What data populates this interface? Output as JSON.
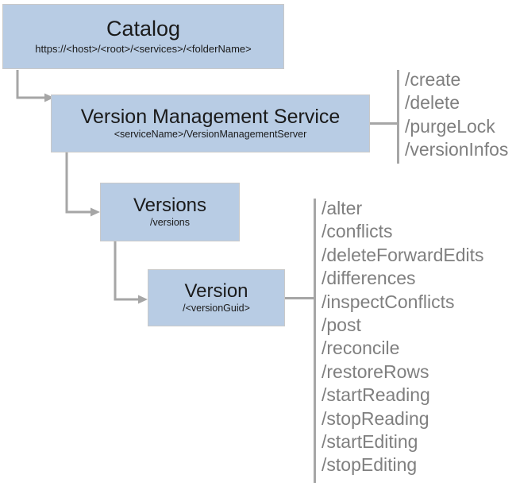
{
  "diagram": {
    "nodes": [
      {
        "id": "catalog",
        "title": "Catalog",
        "subtitle": "https://<host>/<root>/<services>/<folderName>"
      },
      {
        "id": "version-management-service",
        "title": "Version Management Service",
        "subtitle": "<serviceName>/VersionManagementServer"
      },
      {
        "id": "versions",
        "title": "Versions",
        "subtitle": "/versions"
      },
      {
        "id": "version",
        "title": "Version",
        "subtitle": "/<versionGuid>"
      }
    ],
    "service_operations": [
      "/create",
      "/delete",
      "/purgeLock",
      "/versionInfos"
    ],
    "version_operations": [
      "/alter",
      "/conflicts",
      "/deleteForwardEdits",
      "/differences",
      "/inspectConflicts",
      "/post",
      "/reconcile",
      "/restoreRows",
      "/startReading",
      "/stopReading",
      "/startEditing",
      "/stopEditing"
    ],
    "colors": {
      "node_fill": "#b8cce4",
      "node_border": "#c9c9c9",
      "connector": "#a6a6a6",
      "operation_text": "#7f7f7f",
      "node_text": "#1a1a1a",
      "background": "#ffffff"
    }
  }
}
